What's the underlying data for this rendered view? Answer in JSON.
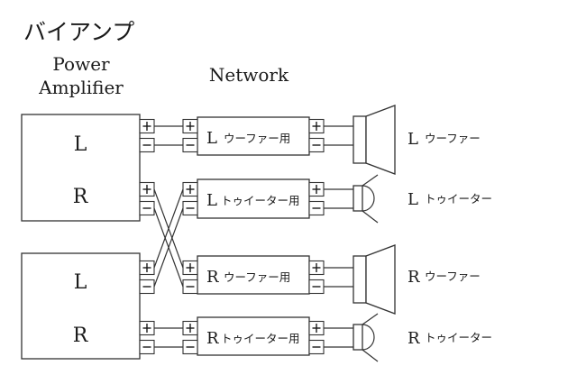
{
  "title": "バイアンプ",
  "headers": {
    "amplifier_line1": "Power",
    "amplifier_line2": "Amplifier",
    "network": "Network"
  },
  "amplifiers": [
    {
      "channels": [
        "L",
        "R"
      ]
    },
    {
      "channels": [
        "L",
        "R"
      ]
    }
  ],
  "networks": [
    {
      "channel": "L",
      "label": "ウーファー用"
    },
    {
      "channel": "L",
      "label": "トゥイーター用"
    },
    {
      "channel": "R",
      "label": "ウーファー用"
    },
    {
      "channel": "R",
      "label": "トゥイーター用"
    }
  ],
  "speakers": [
    {
      "channel": "L",
      "label": "ウーファー",
      "icon": "woofer-icon"
    },
    {
      "channel": "L",
      "label": "トゥイーター",
      "icon": "tweeter-icon"
    },
    {
      "channel": "R",
      "label": "ウーファー",
      "icon": "woofer-icon"
    },
    {
      "channel": "R",
      "label": "トゥイーター",
      "icon": "tweeter-icon"
    }
  ],
  "terminal_symbols": {
    "plus": "+",
    "minus": "−"
  },
  "wiring": [
    {
      "from": "amp1-L",
      "to": "network-L-woofer"
    },
    {
      "from": "amp1-R",
      "to": "network-R-woofer"
    },
    {
      "from": "amp2-L",
      "to": "network-L-tweeter"
    },
    {
      "from": "amp2-R",
      "to": "network-R-tweeter"
    }
  ]
}
